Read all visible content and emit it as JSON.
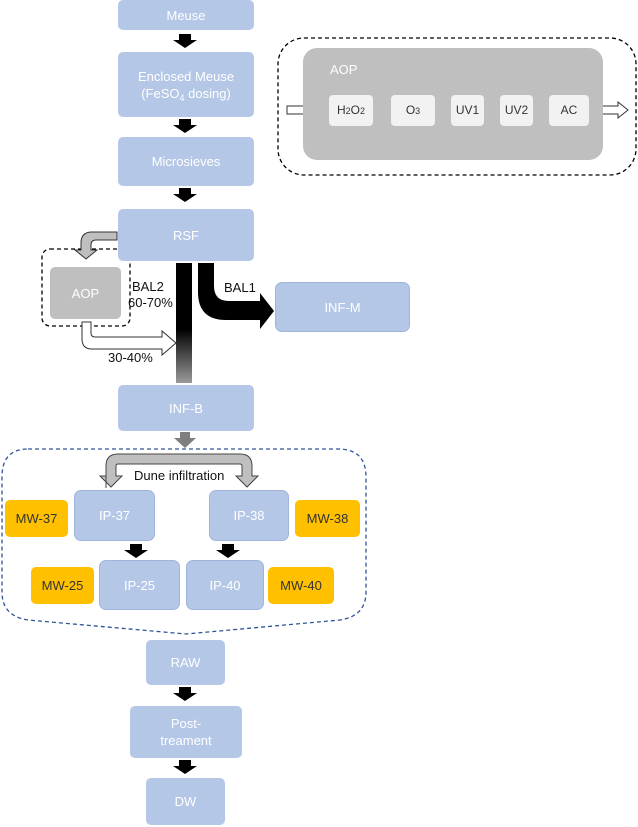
{
  "nodes": {
    "meuse": "Meuse",
    "enclosed_meuse_line1": "Enclosed Meuse",
    "enclosed_meuse_line2_pre": "(FeSO",
    "enclosed_meuse_line2_sub": "4",
    "enclosed_meuse_line2_post": " dosing)",
    "microsieves": "Microsieves",
    "rsf": "RSF",
    "aop_small": "AOP",
    "inf_m": "INF-M",
    "inf_b": "INF-B",
    "ip37": "IP-37",
    "ip38": "IP-38",
    "ip25": "IP-25",
    "ip40": "IP-40",
    "mw37": "MW-37",
    "mw38": "MW-38",
    "mw25": "MW-25",
    "mw40": "MW-40",
    "raw": "RAW",
    "post_treatment_line1": "Post-",
    "post_treatment_line2": "treament",
    "dw": "DW"
  },
  "aop_detail": {
    "title": "AOP",
    "h2o2_pre": "H",
    "h2o2_sub1": "2",
    "h2o2_mid": "O",
    "h2o2_sub2": "2",
    "o3_pre": "O",
    "o3_sub": "3",
    "uv1": "UV1",
    "uv2": "UV2",
    "ac": "AC"
  },
  "labels": {
    "bal1": "BAL1",
    "bal2": "BAL2",
    "bal2_pct": "60-70%",
    "aop_pct": "30-40%",
    "dune": "Dune infiltration"
  },
  "colors": {
    "node_blue": "#b4c7e7",
    "monitoring_well": "#ffc000",
    "aop_gray": "#bfbfbf",
    "dune_border": "#2f5597"
  }
}
